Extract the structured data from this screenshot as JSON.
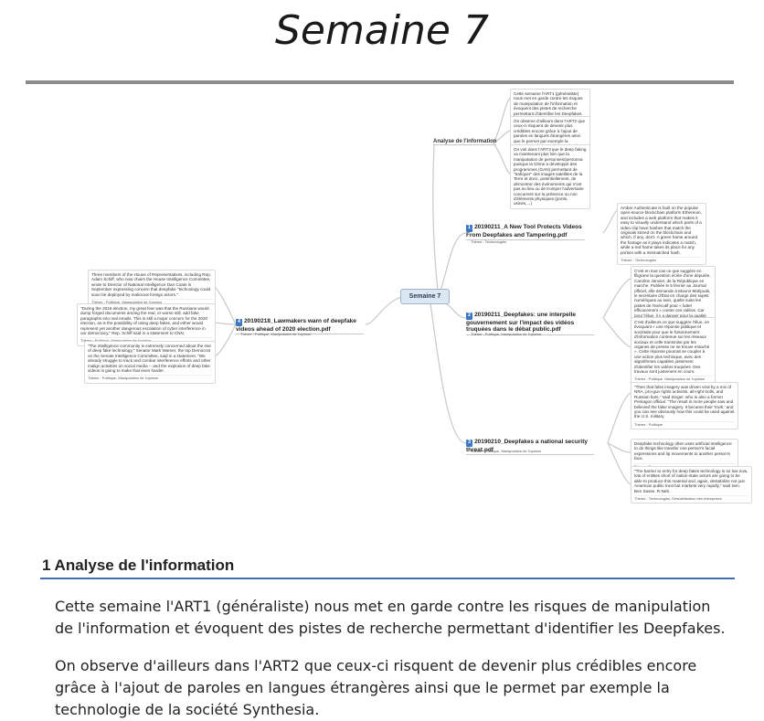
{
  "title": "Semaine 7",
  "mindmap": {
    "center": "Semaine 7",
    "analyse_label": "Analyse de l'information",
    "analyse_notes": [
      "Cette semaine l'ART1 (généraliste) nous met en garde contre les risques de manipulation de l'information et évoquent des pistes de recherche permettant d'identifier les Deepfakes.",
      "On observe d'ailleurs dans l'ART2 que ceux-ci risquent de devenir plus crédibles encore grâce à l'ajout de paroles en langues étrangères ainsi que le permet par exemple la technologie de la société Synthesia.",
      "On voit dans l'ART3 que le deep faking va maintenant plus loin que la manipulation de personnes/personna puisque la Chine a développé des programmes (GAN) permettant de \"trafiquer\" des images satellites de la Terre et donc, potentiellement, de démontrer des événements qui n'ont pas eu lieu ou de tromper l'adversaire concurrent sur la présence ou non d'éléments physiques (ponts, usines,...)"
    ],
    "topics": [
      {
        "num": "1",
        "title": "20190211_A New Tool Protects Videos From Deepfakes and Tampering.pdf",
        "theme": "Thème : Technologies"
      },
      {
        "num": "2",
        "title": "20190211_Deepfakes: une interpelle gouvernement sur l'impact des vidéos truquées dans le débat public.pdf",
        "theme": "Thème : Politique, Manipulation de l'opinion"
      },
      {
        "num": "3",
        "title": "20190210_Deepfakes a national security threat.pdf",
        "theme": "Thème : Politique, Manipulation de l'opinion"
      },
      {
        "num": "4",
        "title": "20190218_Lawmakers warn of deepfake videos ahead of 2020 election.pdf",
        "theme": "Thème : Politique, Manipulation de l'opinion"
      }
    ],
    "notes_right_1": [
      {
        "text": "Amber Authenticate is built on the popular open-source blockchain platform Ethereum, and includes a web platform that makes it easy to visually understand which parts of a video clip have hashes that match the originals stored on the blockchain and which, if any, don't. A green frame around the footage as it plays indicates a match, while a red frame takes its place for any portion with a mismatched hash.",
        "theme": "Thème : Technologies"
      }
    ],
    "notes_right_2": [
      {
        "text": "C'est en tout cas ce que suggère en filigrane la question écrite d'une députée, Caroline Janvier, de la République en marche. Publiée le 5 février au Journal officiel, elle demande à Mounir Mahjoubi, le secrétaire d'État en charge des sujets numériques au sein, quelle suite les pistes de l'exécutif pour « lutter efficacement » contre ces vidéos. Car pour l'élue, il y a danger pour la qualité du débat public.",
        "theme": "Thème : Politique, Manipulation de l'opinion"
      },
      {
        "text": "C'est d'ailleurs ce que suggère l'élue, en évoquant « une réponse politique et sociétale pour que le foisonnement d'information contenue sur les réseaux sociaux et celle transmise par les organes de presse ne se trouve entaché ». Cette réponse pourrait se coupler à une action plus technique, avec des algorithmes capables justement d'identifier les vidéos truquées. Des travaux sont justement en cours.",
        "theme": "Thème : Politique, Manipulation de l'opinion"
      }
    ],
    "notes_right_3": [
      {
        "text": "\"Then that false imagery was driven viral by a mix of NRA, pro-gun rights activists, alt-right trolls, and Russian bots,\" said Singer, who is also a former Pentagon official. \"The result is more people saw and believed the false imagery. It became their 'truth,' and you can see obviously how this could be used against the U.S. military.",
        "theme": "Thème : Politique"
      },
      {
        "text": "Deepfake technology often uses artificial intelligence to do things like transfer one person's facial expressions and lip movements to another person's face.",
        "theme": "Thème : Technologies"
      },
      {
        "text": "\"The barrier to entry for deep fakes technology is so low now, lots of entities short of nation-state actors are going to be able to produce this material and, again, destabilize not just American public trust but markets very rapidly,\" said Sen. Ben Sasse, R-Neb.",
        "theme": "Thème : Technologies, Déstabilisation des entreprises"
      }
    ],
    "notes_left": [
      {
        "text": "Three members of the House of Representatives, including Rep. Adam Schiff, who now chairs the House Intelligence Committee, wrote to Director of National Intelligence Dan Coats in September expressing concern that deepfake \"technology could soon be deployed by malicious foreign actors.\"",
        "theme": "Thème : Politique, Manipulation de l'opinion"
      },
      {
        "text": "\"During the 2016 election, my great fear was that the Russians would dump forged documents among the real, or worse still, add fake paragraphs into real emails. This is still a major concern for the 2020 election, as is the possibility of using deep fakes, and either would represent yet another dangerous escalation of cyber interference in our democracy,\" Rep. Schiff said in a statement to CNN.",
        "theme": "Thème : Politique, Manipulation de l'opinion"
      },
      {
        "text": "\"The intelligence community is extremely concerned about the rise of deep fake technology,\" Senator Mark Warner, the top Democrat on the Senate Intelligence Committee, said in a statement. \"We already struggle to track and combat interference efforts and other malign activities on social media -- and the explosion of deep fake videos is going to make that even harder.",
        "theme": "Thème : Politique, Manipulation de l'opinion"
      }
    ]
  },
  "section": {
    "heading": "1 Analyse de l'information",
    "paragraphs": [
      "Cette semaine l'ART1 (généraliste) nous met en garde contre les risques de manipulation de l'information et évoquent des pistes de recherche permettant d'identifier les Deepfakes.",
      "On observe d'ailleurs dans l'ART2 que ceux-ci risquent de devenir plus crédibles encore grâce à l'ajout de paroles en langues étrangères ainsi que le permet par exemple la technologie de la société Synthesia."
    ]
  }
}
